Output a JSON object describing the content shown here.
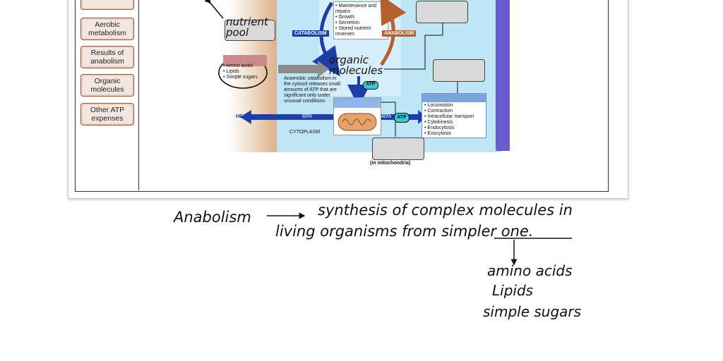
{
  "terms": [
    {
      "label": "Aerobic metabolism"
    },
    {
      "label": "Results of anabolism"
    },
    {
      "label": "Organic molecules"
    },
    {
      "label": "Other ATP expenses"
    }
  ],
  "diagram": {
    "maintenance_list": [
      "Maintenance and repairs",
      "Growth",
      "Secretion",
      "Stored nutrient reserves"
    ],
    "catabolism": "CATABOLISM",
    "anabolism": "ANABOLISM",
    "nutrient_list": [
      "Amino acids",
      "Lipids",
      "Simple sugars"
    ],
    "anaerobic_text": "Anaerobic catabolism in the cytosol releases small amounts of ATP that are significant only under unusual conditions.",
    "atp": "ATP",
    "heat": "HEAT",
    "pct_60": "60%",
    "pct_40": "40%",
    "cytoplasm": "CYTOPLASM",
    "in_mito": "(in mitochondria)",
    "atp_uses": [
      "Locomotion",
      "Contraction",
      "Intracellular transport",
      "Cytokinesis",
      "Endocytosis",
      "Exocytosis"
    ],
    "colors": {
      "catabolism": "#1e3fa8",
      "anabolism": "#b5602e",
      "cytosol": "#bfe6f7",
      "membrane": "#6b5bd0"
    }
  },
  "handwriting": {
    "nutrient_pool": "nutrient pool",
    "organic_molecules": "organic molecules",
    "anabolism_word": "Anabolism",
    "definition_line1": "synthesis of complex molecules in",
    "definition_line2": "living organisms from simpler one.",
    "examples": [
      "amino acids",
      "Lipids",
      "simple sugars"
    ]
  }
}
